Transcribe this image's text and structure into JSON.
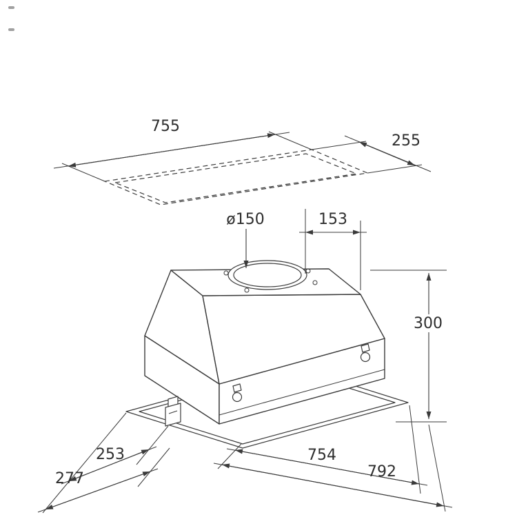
{
  "drawing": {
    "type": "technical-dimension-drawing",
    "subject": "built-in canopy extractor hood with ceiling cut-out top view",
    "colors": {
      "line": "#3a3a3a",
      "text": "#2d2d2d",
      "background": "#ffffff"
    },
    "dimensions": {
      "cutout_width": "755",
      "cutout_depth": "255",
      "duct_diameter": "ø150",
      "duct_offset": "153",
      "body_height": "300",
      "depth_inner": "253",
      "depth_outer": "277",
      "width_inner": "754",
      "width_outer": "792"
    }
  }
}
